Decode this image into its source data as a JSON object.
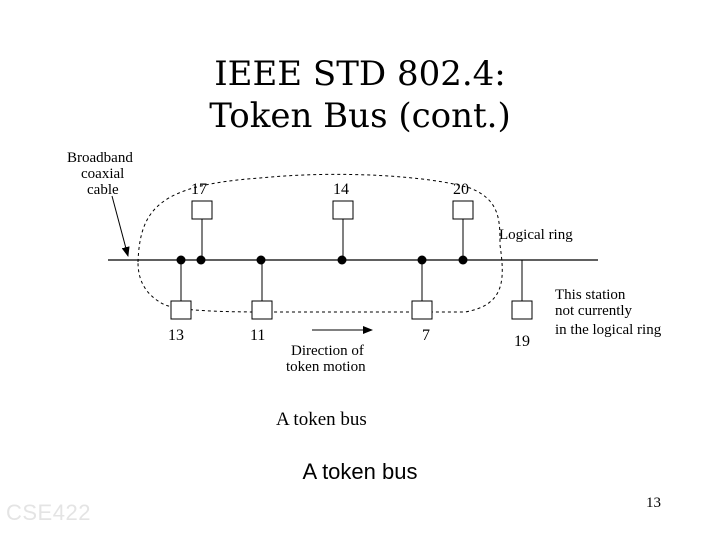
{
  "slide": {
    "title_line1": "IEEE STD 802.4:",
    "title_line2": "Token Bus (cont.)"
  },
  "diagram": {
    "cable_label": [
      "Broadband",
      "coaxial",
      "cable"
    ],
    "logical_ring_label": "Logical ring",
    "outside_station_label": [
      "This station",
      "not currently",
      "in the logical ring"
    ],
    "direction_label": [
      "Direction of",
      "token motion"
    ],
    "caption": "A token bus",
    "stations": {
      "s17": "17",
      "s14": "14",
      "s20": "20",
      "s13": "13",
      "s11": "11",
      "s7": "7",
      "s19": "19"
    }
  },
  "caption": "A token bus",
  "footer": {
    "course": "CSE422",
    "page": "13"
  }
}
